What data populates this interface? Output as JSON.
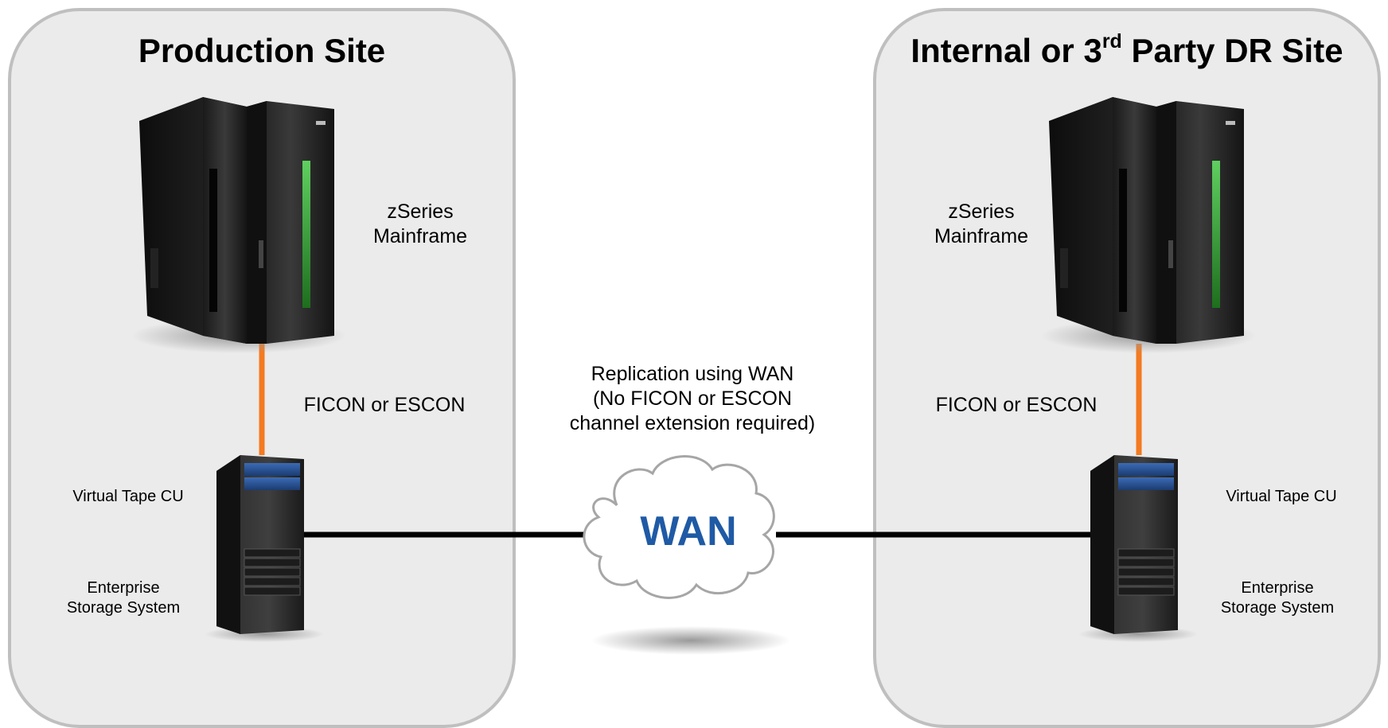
{
  "sites": {
    "left": {
      "title": "Production Site",
      "mainframe_label": [
        "zSeries",
        "Mainframe"
      ],
      "channel_label": "FICON or ESCON",
      "tape_label": "Virtual Tape CU",
      "storage_label": [
        "Enterprise",
        "Storage System"
      ]
    },
    "right": {
      "title_main": "Internal or 3",
      "title_sup": "rd",
      "title_tail": " Party DR Site",
      "mainframe_label": [
        "zSeries",
        "Mainframe"
      ],
      "channel_label": "FICON or ESCON",
      "tape_label": "Virtual Tape CU",
      "storage_label": [
        "Enterprise",
        "Storage System"
      ]
    }
  },
  "wan": {
    "cloud_label": "WAN",
    "description": [
      "Replication using WAN",
      "(No FICON or ESCON",
      "channel extension required)"
    ]
  },
  "colors": {
    "site_bg": "#ebebeb",
    "site_border": "#bfbfbf",
    "channel_link": "#f47a20",
    "wan_link": "#000000",
    "wan_text": "#1f5aa5",
    "mainframe_led": "#3ca83c"
  },
  "icons": {
    "mainframe": "ibm-mainframe-icon",
    "storage": "server-rack-icon",
    "cloud": "cloud-icon"
  }
}
